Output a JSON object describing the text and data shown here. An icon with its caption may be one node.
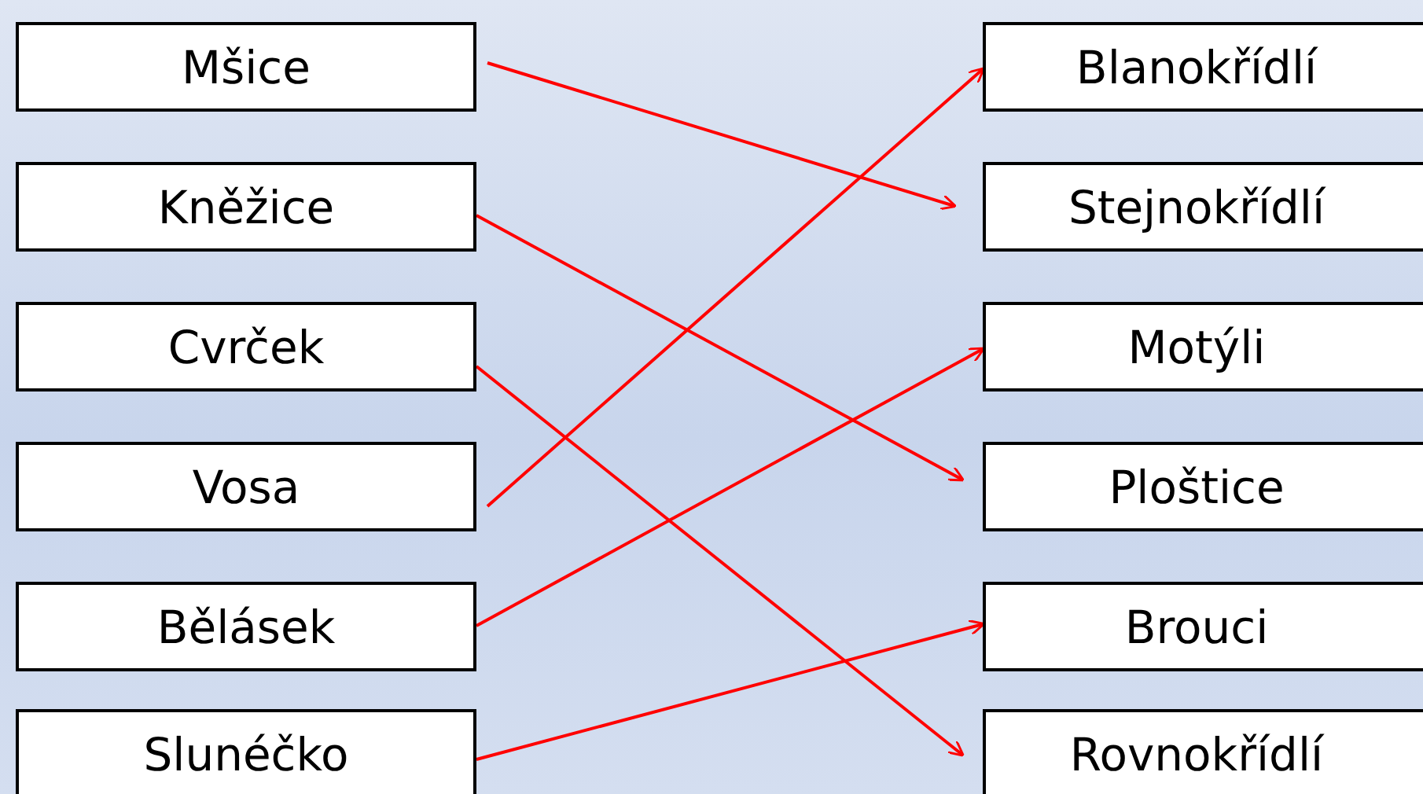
{
  "diagram": {
    "nodes": [
      {
        "text": [
          "Mšice"
        ]
      },
      {
        "text": [
          "Kněžice"
        ]
      },
      {
        "text": [
          "Cvrček"
        ]
      },
      {
        "text": [
          "Vosa"
        ]
      },
      {
        "text": [
          "Bělásek"
        ]
      },
      {
        "text": [
          "Slunéčko"
        ]
      },
      {
        "text": [
          "Blanokřídlí"
        ]
      },
      {
        "text": [
          "Stejnokřídlí"
        ]
      },
      {
        "text": [
          "Motýli"
        ]
      },
      {
        "text": [
          "Ploštice"
        ]
      },
      {
        "text": [
          "Brouci"
        ]
      },
      {
        "text": [
          "Rovnokřídlí"
        ]
      }
    ],
    "edges": [
      {
        "from": 0,
        "to": 7,
        "arrow": "to"
      },
      {
        "from": 1,
        "to": 9,
        "arrow": "to"
      },
      {
        "from": 2,
        "to": 11,
        "arrow": "to"
      },
      {
        "from": 3,
        "to": 6,
        "arrow": "to"
      },
      {
        "from": 4,
        "to": 8,
        "arrow": "to"
      },
      {
        "from": 5,
        "to": 10,
        "arrow": "to"
      }
    ]
  }
}
